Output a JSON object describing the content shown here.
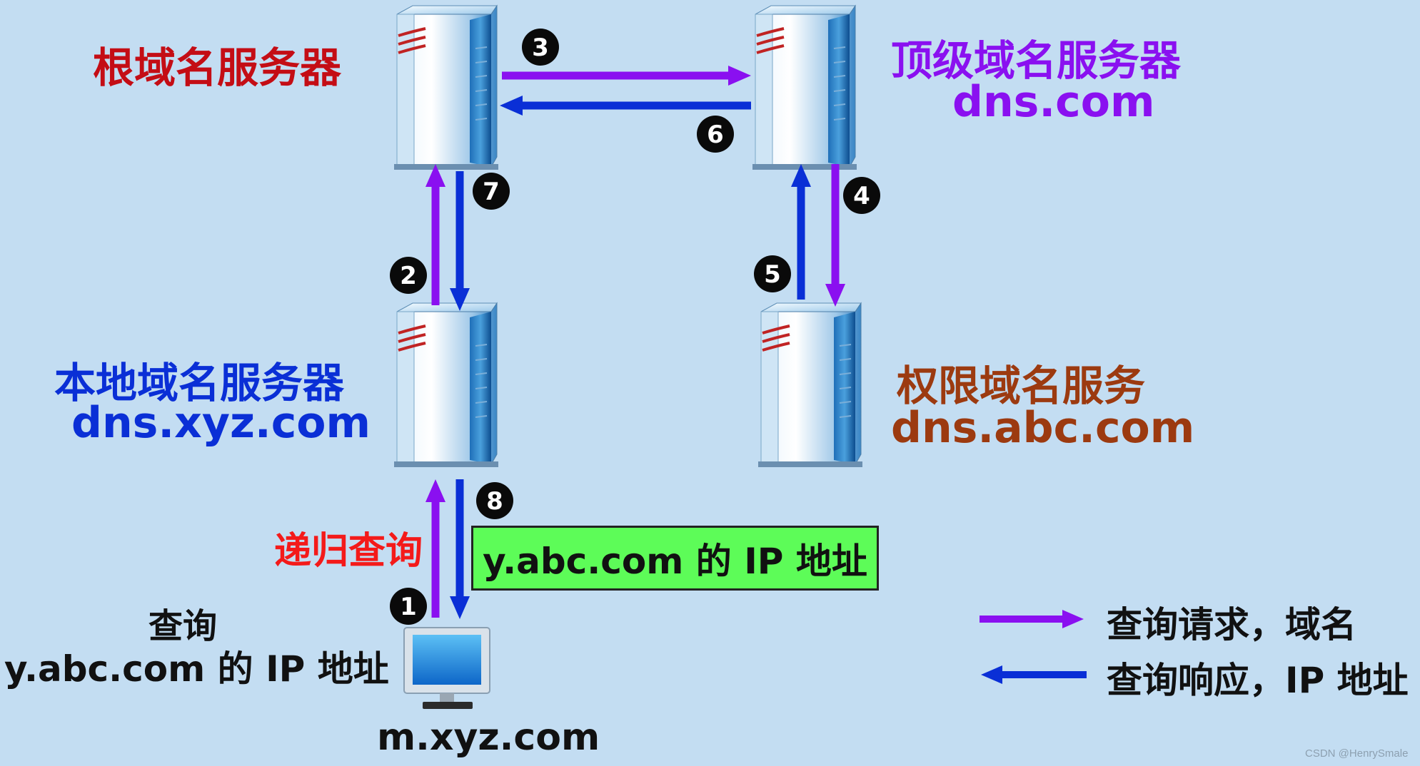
{
  "nodes": {
    "root": {
      "title": "根域名服务器"
    },
    "tld": {
      "title": "顶级域名服务器",
      "domain": "dns.com"
    },
    "local": {
      "title": "本地域名服务器",
      "domain": "dns.xyz.com"
    },
    "auth": {
      "title": "权限域名服务",
      "domain": "dns.abc.com"
    },
    "client": {
      "domain": "m.xyz.com"
    }
  },
  "query_label": {
    "line1": "查询",
    "line2": "y.abc.com 的 IP 地址"
  },
  "recursive_label": "递归查询",
  "result_box": "y.abc.com 的 IP 地址",
  "steps": [
    "1",
    "2",
    "3",
    "4",
    "5",
    "6",
    "7",
    "8"
  ],
  "legend": {
    "request": "查询请求，域名",
    "response": "查询响应，IP 地址"
  },
  "colors": {
    "request_arrow": "#8a10f0",
    "response_arrow": "#0a2fd6",
    "root_title": "#c40d15",
    "tld_title": "#8a10f0",
    "local_title": "#0a2fd6",
    "auth_title": "#9c3a10",
    "result_box_bg": "#5dfc58",
    "background": "#c3ddf2"
  },
  "watermark": "CSDN @HenrySmale"
}
